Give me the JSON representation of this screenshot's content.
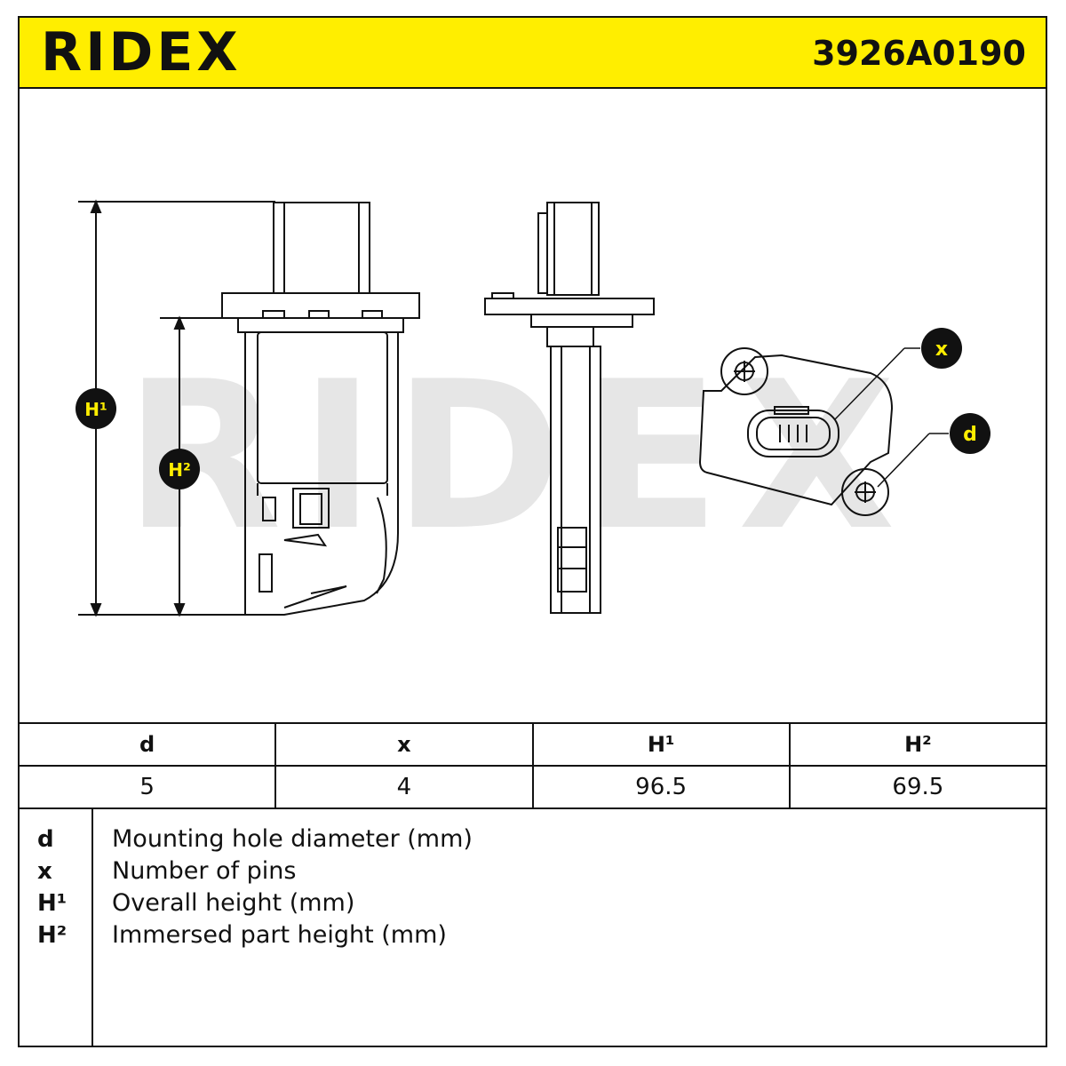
{
  "header": {
    "brand": "RIDEX",
    "part_number": "3926A0190"
  },
  "colors": {
    "header_bg": "#ffee00",
    "line": "#111111",
    "watermark": "#e6e6e6",
    "callout_bg": "#111111",
    "callout_text": "#ffee00"
  },
  "callouts": {
    "h1": "H¹",
    "h2": "H²",
    "x": "x",
    "d": "d"
  },
  "table": {
    "headers": [
      "d",
      "x",
      "H¹",
      "H²"
    ],
    "values": [
      "5",
      "4",
      "96.5",
      "69.5"
    ]
  },
  "legend": [
    {
      "key": "d",
      "desc": "Mounting hole diameter (mm)"
    },
    {
      "key": "x",
      "desc": "Number of pins"
    },
    {
      "key": "H¹",
      "desc": "Overall height (mm)"
    },
    {
      "key": "H²",
      "desc": "Immersed part height (mm)"
    }
  ]
}
